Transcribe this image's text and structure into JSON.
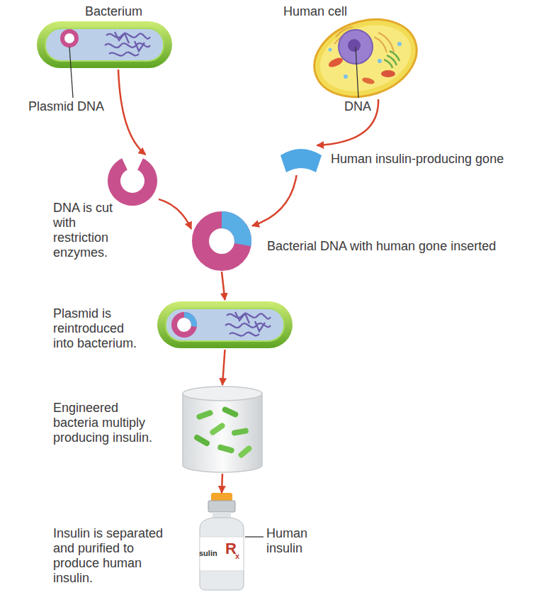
{
  "diagram": {
    "nodes": [
      {
        "text": [
          "Bacterium"
        ]
      },
      {
        "text": [
          "Human cell"
        ]
      },
      {
        "text": [
          "Human insulin-producing gone"
        ]
      },
      {
        "text": [
          "DNA is cut with restriction enzymes."
        ]
      },
      {
        "text": [
          "Bacterial DNA with human gone inserted"
        ]
      },
      {
        "text": [
          "Plasmid is reintroduced into bacterium."
        ]
      },
      {
        "text": [
          "Engineered bacteria multiply producing insulin."
        ]
      },
      {
        "text": [
          "Insulin is separated and purified to produce human insulin."
        ]
      }
    ],
    "edges": [
      {
        "from": 0,
        "to": 3,
        "arrow": "to"
      },
      {
        "from": 1,
        "to": 2,
        "arrow": "to"
      },
      {
        "from": 3,
        "to": 4,
        "arrow": "to"
      },
      {
        "from": 2,
        "to": 4,
        "arrow": "to"
      },
      {
        "from": 4,
        "to": 5,
        "arrow": "to"
      },
      {
        "from": 5,
        "to": 6,
        "arrow": "to"
      },
      {
        "from": 6,
        "to": 7,
        "arrow": "to"
      }
    ],
    "labels": [
      "Plasmid DNA",
      "DNA",
      "Human insulin",
      "sulin",
      "R",
      "x"
    ]
  }
}
